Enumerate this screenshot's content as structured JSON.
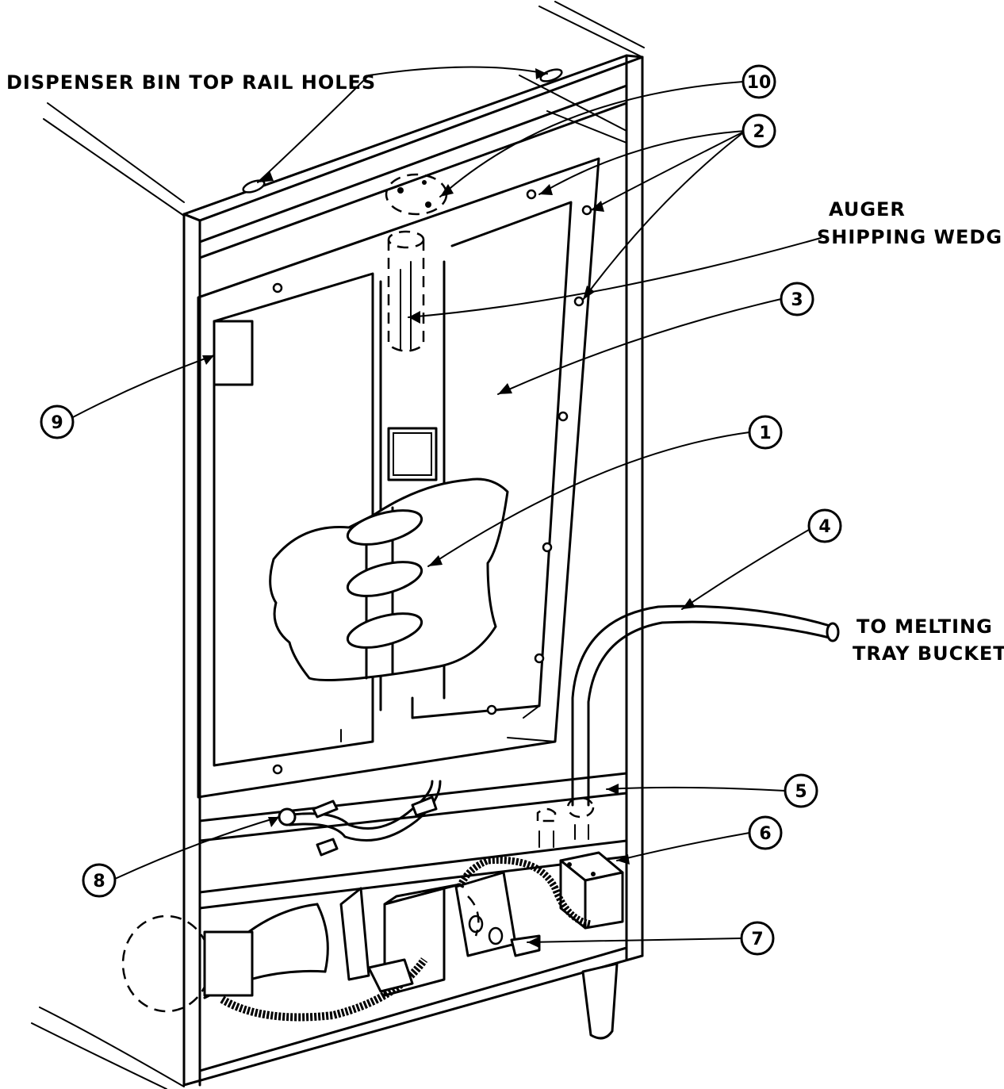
{
  "labels": {
    "top_rail_holes": "DISPENSER BIN TOP RAIL HOLES",
    "auger_line1": "AUGER",
    "auger_line2": "SHIPPING WEDGE",
    "melting_line1": "TO MELTING",
    "melting_line2": "TRAY BUCKET"
  },
  "callouts": [
    "1",
    "2",
    "3",
    "4",
    "5",
    "6",
    "7",
    "8",
    "9",
    "10"
  ]
}
